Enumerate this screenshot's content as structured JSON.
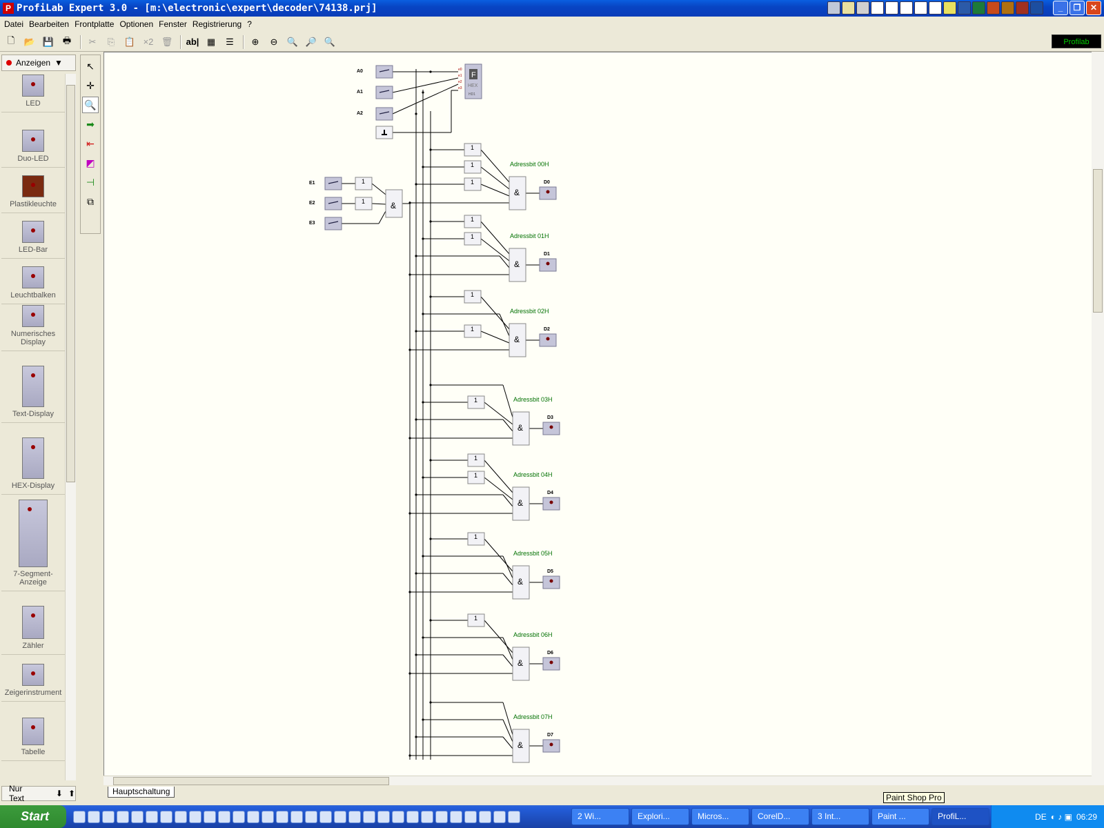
{
  "window": {
    "title": "ProfiLab Expert 3.0 - [m:\\electronic\\expert\\decoder\\74138.prj]"
  },
  "menu": [
    "Datei",
    "Bearbeiten",
    "Frontplatte",
    "Optionen",
    "Fenster",
    "Registrierung",
    "?"
  ],
  "toolbar": {
    "badge": "Profilab"
  },
  "palette": {
    "header": "Anzeigen",
    "footer": "Nur Text",
    "items": [
      {
        "label": "LED",
        "code": "LED0"
      },
      {
        "label": "Duo-LED",
        "code": "DLED0"
      },
      {
        "label": "Plastikleuchte",
        "code": "L40"
      },
      {
        "label": "LED-Bar",
        "code": "LB0"
      },
      {
        "label": "Leuchtbalken",
        "code": "LB"
      },
      {
        "label": "Numerisches Display",
        "code": "NDI0"
      },
      {
        "label": "Text-Display",
        "code": "TD0"
      },
      {
        "label": "HEX-Display",
        "code": "HD0"
      },
      {
        "label": "7-Segment-Anzeige",
        "code": "7Seg0"
      },
      {
        "label": "Zähler",
        "code": "CO0"
      },
      {
        "label": "Zeigerinstrument",
        "code": "IM0"
      },
      {
        "label": "Tabelle",
        "code": "TAB0"
      }
    ]
  },
  "schematic": {
    "switch_labels": [
      "A0",
      "A1",
      "A2"
    ],
    "enable_labels": [
      "E1",
      "E2",
      "E3"
    ],
    "hex_text": "HEX",
    "hex_digit": "F",
    "hex_name": "HD1",
    "hex_pins": [
      "e0",
      "e1",
      "e2",
      "e3"
    ],
    "and_symbol": "&",
    "not_symbol": "1",
    "address_labels": [
      "Adressbit 00H",
      "Adressbit 01H",
      "Adressbit 02H",
      "Adressbit 03H",
      "Adressbit 04H",
      "Adressbit 05H",
      "Adressbit 06H",
      "Adressbit 07H"
    ],
    "outputs": [
      "D0",
      "D1",
      "D2",
      "D3",
      "D4",
      "D5",
      "D6",
      "D7"
    ]
  },
  "sheet_tab": "Hauptschaltung",
  "tooltip": "Paint Shop Pro",
  "taskbar": {
    "start": "Start",
    "tasks": [
      "2 Wi...",
      "Explori...",
      "Micros...",
      "CorelD...",
      "3 Int...",
      "Paint ...",
      "ProfiL..."
    ],
    "lang": "DE",
    "clock": "06:29"
  },
  "colors": {
    "title_blue": "#0845c4",
    "address_green": "#007000",
    "canvas_bg": "#fffff7"
  }
}
